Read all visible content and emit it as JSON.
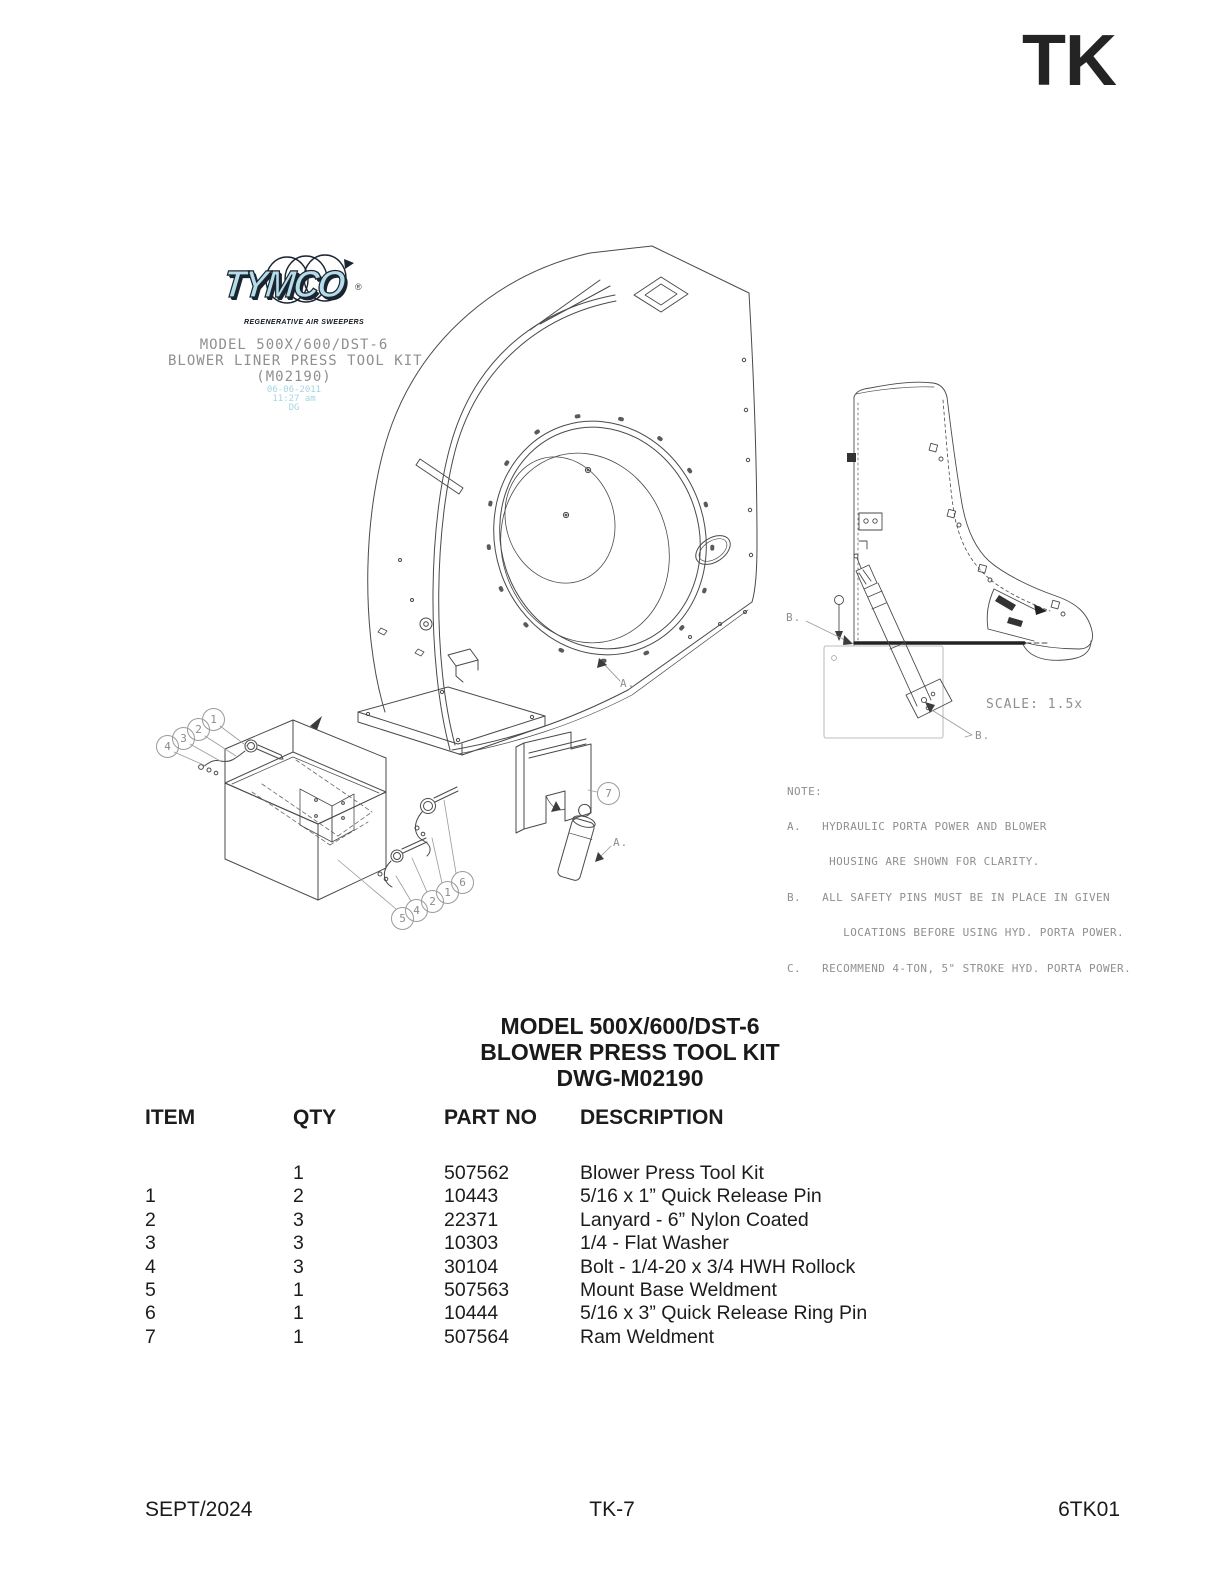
{
  "page": {
    "header_code": "TK",
    "footer": {
      "left": "SEPT/2024",
      "center": "TK-7",
      "right": "6TK01"
    }
  },
  "colors": {
    "logo_fill": "#b5dde9",
    "logo_outline": "#1b2530",
    "stamp_date_cyan": "#a5d5e2",
    "cad_gray": "#8f8f8f",
    "line_art": "#4a4a4a"
  },
  "logo": {
    "brand": "TYMCO",
    "registered_mark": "®",
    "tagline": "REGENERATIVE AIR SWEEPERS"
  },
  "drawing": {
    "stamp": {
      "line1": "MODEL 500X/600/DST-6",
      "line2": "BLOWER LINER PRESS TOOL KIT",
      "line3": "(M02190)",
      "date": "06-06-2011",
      "time": "11:27 am",
      "initials": "DG"
    },
    "scale_note": "SCALE:  1.5x",
    "labels": {
      "a_housing": "A.",
      "a_ram": "A.",
      "b_top": "B.",
      "b_bottom": "B."
    },
    "callouts_left": [
      "1",
      "2",
      "3",
      "4"
    ],
    "callouts_right": [
      "6",
      "1",
      "2",
      "4",
      "5"
    ],
    "callout_ram": "7",
    "notes": {
      "title": "NOTE:",
      "lines": [
        "A.   HYDRAULIC PORTA POWER AND BLOWER",
        "      HOUSING ARE SHOWN FOR CLARITY.",
        "B.   ALL SAFETY PINS MUST BE IN PLACE IN GIVEN",
        "        LOCATIONS BEFORE USING HYD. PORTA POWER.",
        "C.   RECOMMEND 4-TON, 5\" STROKE HYD. PORTA POWER."
      ]
    }
  },
  "title_block": {
    "line1": "MODEL 500X/600/DST-6",
    "line2": "BLOWER PRESS TOOL KIT",
    "line3": "DWG-M02190"
  },
  "parts_table": {
    "headers": [
      "ITEM",
      "QTY",
      "PART NO",
      "DESCRIPTION"
    ],
    "rows": [
      {
        "item": "",
        "qty": "1",
        "part_no": "507562",
        "description": "Blower Press Tool Kit"
      },
      {
        "item": "1",
        "qty": "2",
        "part_no": "10443",
        "description": "5/16 x 1” Quick Release Pin"
      },
      {
        "item": "2",
        "qty": "3",
        "part_no": "22371",
        "description": "Lanyard - 6” Nylon Coated"
      },
      {
        "item": "3",
        "qty": "3",
        "part_no": "10303",
        "description": "1/4 - Flat Washer"
      },
      {
        "item": "4",
        "qty": "3",
        "part_no": "30104",
        "description": "Bolt - 1/4-20 x 3/4 HWH Rollock"
      },
      {
        "item": "5",
        "qty": "1",
        "part_no": "507563",
        "description": "Mount Base Weldment"
      },
      {
        "item": "6",
        "qty": "1",
        "part_no": "10444",
        "description": "5/16 x 3” Quick Release Ring Pin"
      },
      {
        "item": "7",
        "qty": "1",
        "part_no": "507564",
        "description": "Ram Weldment"
      }
    ]
  }
}
